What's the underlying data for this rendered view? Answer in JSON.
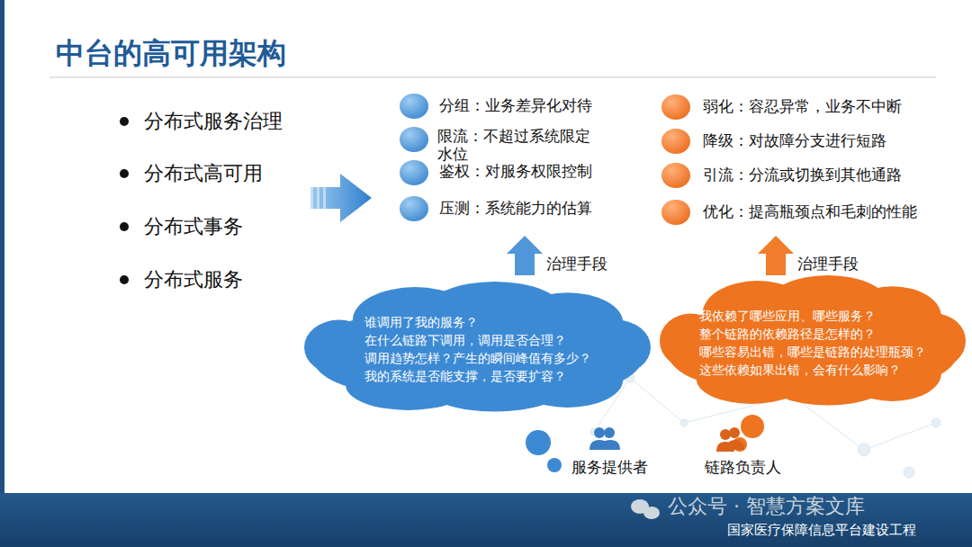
{
  "diagram": {
    "title": "中台的高可用架构",
    "nodes": [
      {
        "text": [
          "谁调用了我的服务？",
          "在什么链路下调用，调用是否合理？",
          "调用趋势怎样？产生的瞬间峰值有多少？",
          "我的系统是否能支撑，是否要扩容？"
        ]
      },
      {
        "text": [
          "我依赖了哪些应用、哪些服务？",
          "整个链路的依赖路径是怎样的？",
          "哪些容易出错，哪些是链路的处理瓶颈？",
          "这些依赖如果出错，会有什么影响？"
        ]
      }
    ],
    "labels": [
      "分布式服务治理",
      "分布式高可用",
      "分布式事务",
      "分布式服务",
      "分组：业务差异化对待",
      "限流：不超过系统限定水位",
      "鉴权：对服务权限控制",
      "压测：系统能力的估算",
      "弱化：容忍异常，业务不中断",
      "降级：对故障分支进行短路",
      "引流：分流或切换到其他通路",
      "优化：提高瓶颈点和毛刺的性能",
      "治理手段",
      "治理手段",
      "服务提供者",
      "链路负责人",
      "公众号 · 智慧方案文库",
      "国家医疗保障信息平台建设工程"
    ]
  }
}
